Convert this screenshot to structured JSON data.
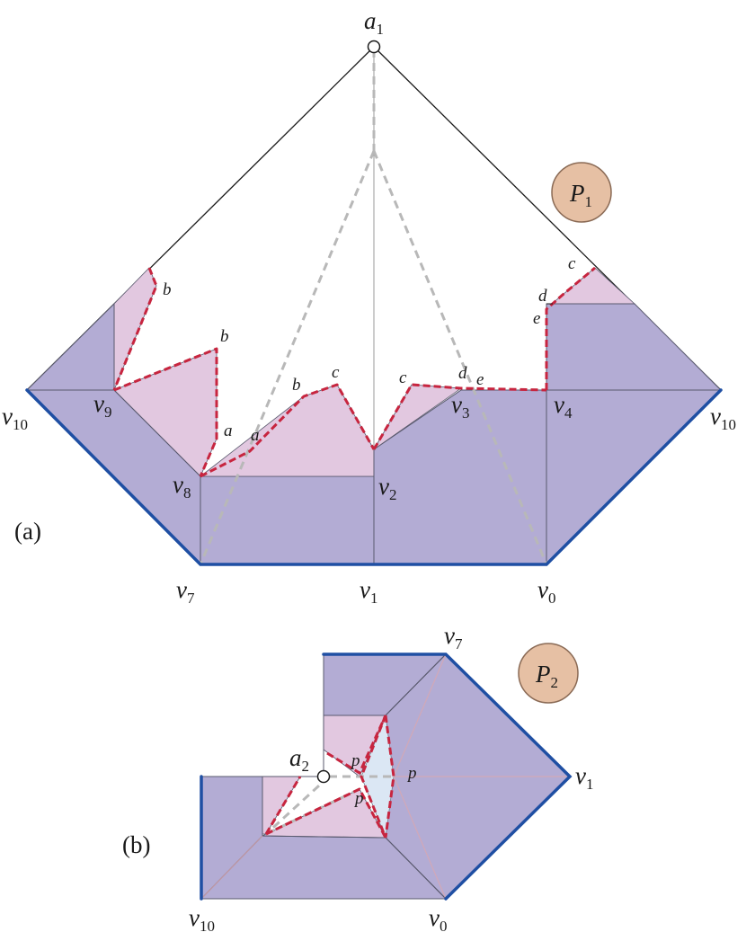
{
  "colors": {
    "dark_face": "#b3acd4",
    "light_face": "#e2c8e0",
    "edge": "#5a5a6e",
    "cut_path": "#c7253f",
    "gray_dash": "#b8b8b8",
    "blue_edge": "#1f4fa3",
    "badge_fill": "#e6c0a4",
    "badge_stroke": "#8a6a55"
  },
  "panel_a": {
    "caption": "(a)",
    "badge": {
      "base": "P",
      "sub": "1"
    },
    "apex": {
      "base": "a",
      "sub": "1"
    },
    "vertices": {
      "v10_left": {
        "base": "v",
        "sub": "10"
      },
      "v10_right": {
        "base": "v",
        "sub": "10"
      },
      "v9": {
        "base": "v",
        "sub": "9"
      },
      "v8": {
        "base": "v",
        "sub": "8"
      },
      "v7": {
        "base": "v",
        "sub": "7"
      },
      "v1": {
        "base": "v",
        "sub": "1"
      },
      "v0": {
        "base": "v",
        "sub": "0"
      },
      "v2": {
        "base": "v",
        "sub": "2"
      },
      "v3": {
        "base": "v",
        "sub": "3"
      },
      "v4": {
        "base": "v",
        "sub": "4"
      }
    },
    "point_labels": {
      "b1": "b",
      "b2": "b",
      "a1": "a",
      "a2": "a",
      "b3": "b",
      "c1": "c",
      "c2": "c",
      "d1": "d",
      "e1": "e",
      "c3": "c",
      "d2": "d",
      "e2": "e"
    }
  },
  "panel_b": {
    "caption": "(b)",
    "badge": {
      "base": "P",
      "sub": "2"
    },
    "apex": {
      "base": "a",
      "sub": "2"
    },
    "vertices": {
      "v7": {
        "base": "v",
        "sub": "7"
      },
      "v1": {
        "base": "v",
        "sub": "1"
      },
      "v10": {
        "base": "v",
        "sub": "10"
      },
      "v0": {
        "base": "v",
        "sub": "0"
      }
    },
    "point_labels": {
      "p1": "p",
      "p2": "p",
      "p3": "p"
    }
  }
}
